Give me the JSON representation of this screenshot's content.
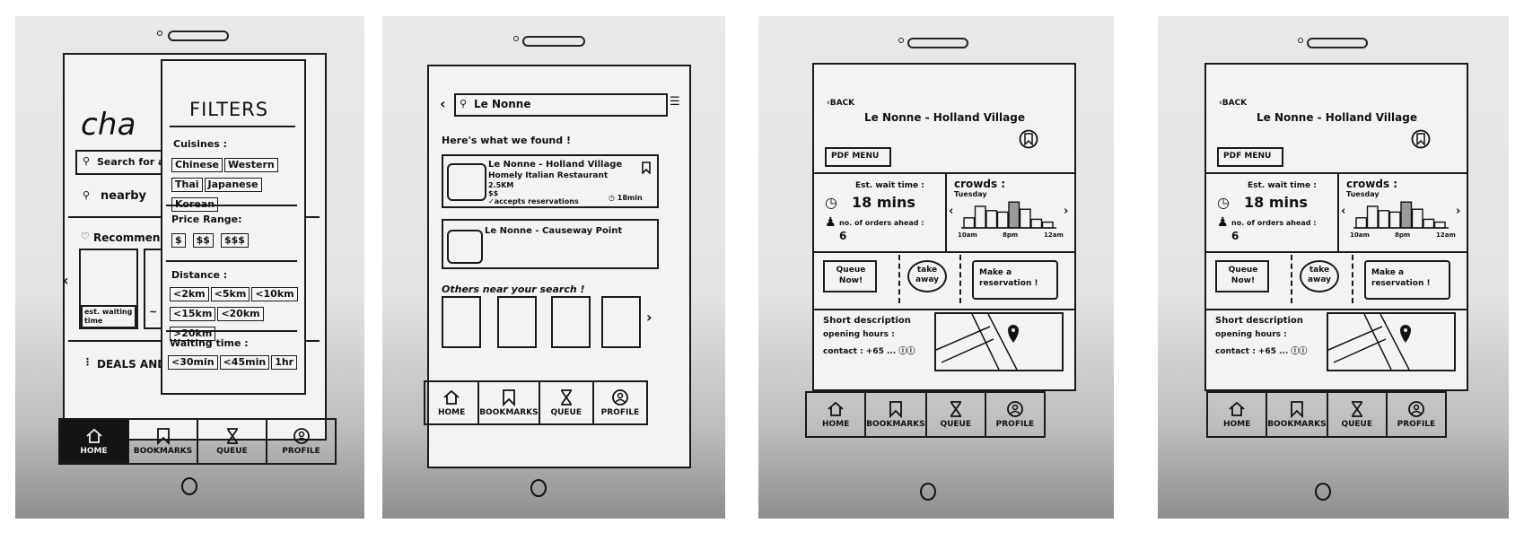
{
  "screen1": {
    "logo_script": "cha",
    "search_placeholder": "Search for a lo",
    "nearby_label": "nearby",
    "recommended_label": "Recommende",
    "est_waiting_label": "est. waiting time",
    "tilde": "~",
    "deals_label": "DEALS AND",
    "filters": {
      "title": "FILTERS",
      "cuisines_label": "Cuisines :",
      "cuisines": [
        "Chinese",
        "Western",
        "Thai",
        "Japanese",
        "Korean"
      ],
      "price_label": "Price Range:",
      "prices": [
        "$",
        "$$",
        "$$$"
      ],
      "distance_label": "Distance :",
      "distances": [
        "<2km",
        "<5km",
        "<10km",
        "<15km",
        "<20km",
        ">20km"
      ],
      "waiting_label": "Waiting time :",
      "waiting": [
        "<30min",
        "<45min",
        "1hr"
      ]
    }
  },
  "screen2": {
    "search_value": "Le Nonne",
    "results_heading": "Here's what we found !",
    "result1": {
      "name": "Le Nonne - Holland Village",
      "desc": "Homely Italian Restaurant",
      "distance": "2.5KM",
      "price": "$$",
      "reservation": "✓accepts reservations",
      "time": "18min"
    },
    "result2": {
      "name": "Le Nonne - Causeway Point"
    },
    "others_heading": "Others near your search !"
  },
  "detail": {
    "back_label": "BACK",
    "title": "Le Nonne - Holland Village",
    "pdf_menu": "PDF MENU",
    "wait_label": "Est. wait time :",
    "wait_value": "18 mins",
    "orders_label": "no. of orders ahead :",
    "orders_value": "6",
    "crowds_label": "crowds :",
    "crowds_day": "Tuesday",
    "crowd_axis": [
      "10am",
      "8pm",
      "12am"
    ],
    "queue_now": "Queue Now!",
    "take_away": "take away",
    "reservation": "Make a reservation !",
    "short_desc": "Short description",
    "opening_hours": "opening hours :",
    "contact": "contact : +65 ..."
  },
  "crowd_bars": [
    0.35,
    0.75,
    0.6,
    0.55,
    0.9,
    0.65,
    0.3,
    0.2
  ],
  "crowd_highlight_index": 4,
  "tabs": [
    "HOME",
    "BOOKMARKS",
    "QUEUE",
    "PROFILE"
  ]
}
